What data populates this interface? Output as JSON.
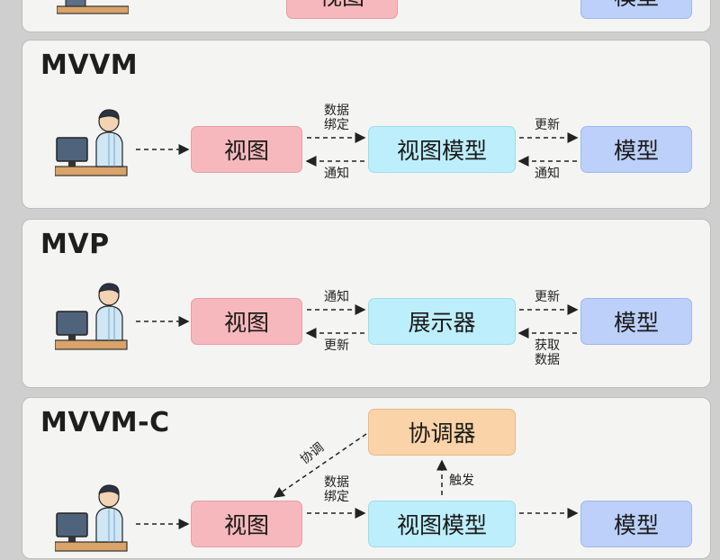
{
  "top_partial": {
    "view": "视图",
    "model": "模型"
  },
  "mvvm": {
    "title": "MVVM",
    "view": "视图",
    "viewmodel": "视图模型",
    "model": "模型",
    "lbl_binding": [
      "数据",
      "绑定"
    ],
    "lbl_notify_left": "通知",
    "lbl_update": "更新",
    "lbl_notify_right": "通知"
  },
  "mvp": {
    "title": "MVP",
    "view": "视图",
    "presenter": "展示器",
    "model": "模型",
    "lbl_notify": "通知",
    "lbl_update_left": "更新",
    "lbl_update_right": "更新",
    "lbl_fetch": [
      "获取",
      "数据"
    ]
  },
  "mvvmc": {
    "title": "MVVM-C",
    "coordinator": "协调器",
    "view": "视图",
    "viewmodel": "视图模型",
    "model": "模型",
    "lbl_coordinate": "协调",
    "lbl_trigger": "触发",
    "lbl_binding": [
      "数据",
      "绑定"
    ]
  },
  "icons": [
    "user-at-desk-icon"
  ],
  "colors": {
    "view": "#f6b8bc",
    "viewmodel": "#bdeefb",
    "model": "#bdd0fa",
    "coordinator": "#fbd3a8"
  }
}
